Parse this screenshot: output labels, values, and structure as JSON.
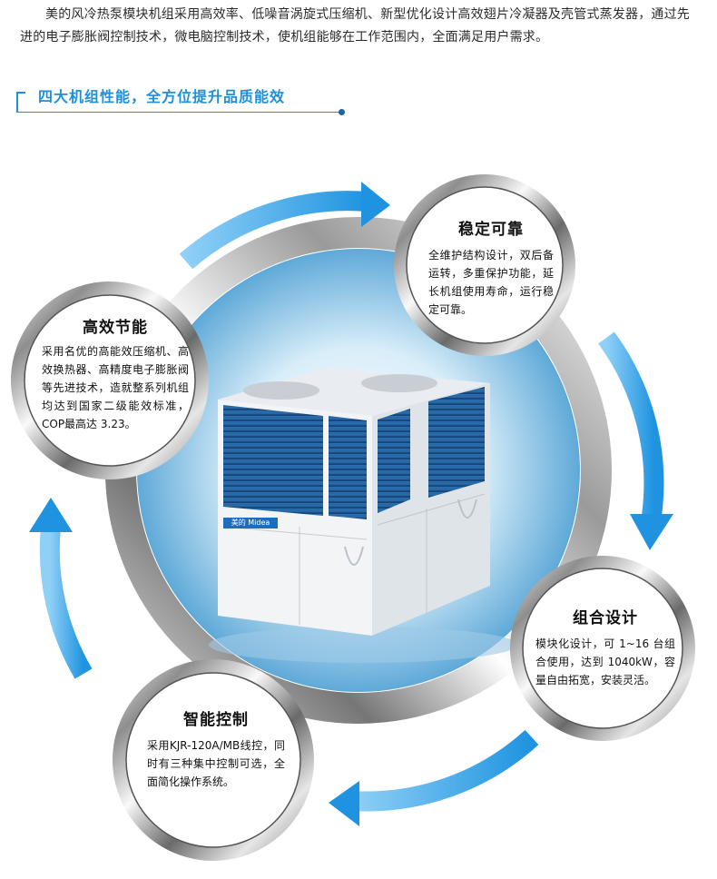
{
  "intro": {
    "text": "美的风冷热泵模块机组采用高效率、低噪音涡旋式压缩机、新型优化设计高效翅片冷凝器及壳管式蒸发器，通过先进的电子膨胀阀控制技术，微电脑控制技术，使机组能够在工作范围内，全面满足用户需求。"
  },
  "section": {
    "title": "四大机组性能，全方位提升品质能效"
  },
  "unit": {
    "brand_label": "美的 Midea"
  },
  "features": [
    {
      "title": "稳定可靠",
      "description": "全维护结构设计，双后备运转，多重保护功能，延长机组使用寿命，运行稳定可靠。"
    },
    {
      "title": "高效节能",
      "description": "采用名优的高能效压缩机、高效换热器、高精度电子膨胀阀等先进技术，造就整系列机组均达到国家二级能效标准，COP最高达 3.23。"
    },
    {
      "title": "组合设计",
      "description": "模块化设计，可 1~16 台组合使用，达到 1040kW，容量自由拓宽，安装灵活。"
    },
    {
      "title": "智能控制",
      "description": "采用KJR-120A/MB线控，同时有三种集中控制可选，全面简化操作系统。"
    }
  ],
  "colors": {
    "accent": "#1e8fd8",
    "arrow": "#3aa6e8",
    "panel_blue": "#1c5e9c"
  }
}
